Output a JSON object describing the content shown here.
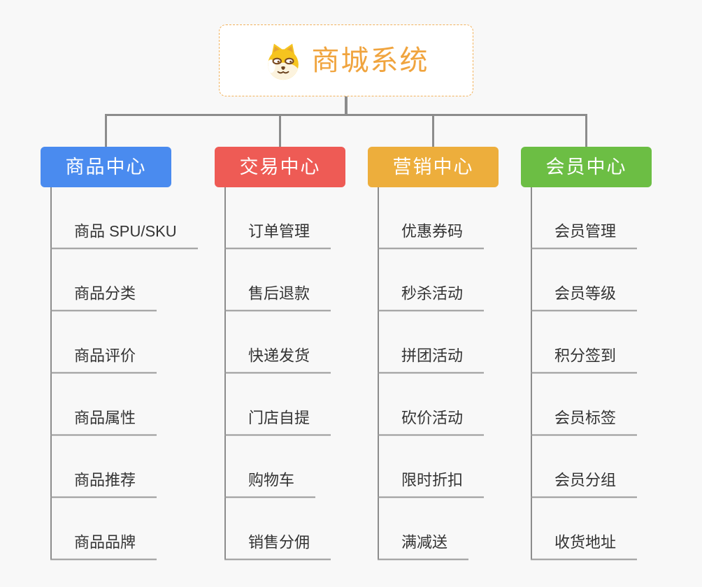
{
  "root": {
    "title": "商城系统",
    "icon": "doge-face-icon",
    "accent_color": "#f0a43e",
    "border_color": "#f2b25c"
  },
  "colors": {
    "background": "#f8f8f8",
    "connector": "#8c8c8c",
    "leaf_underline": "#999999",
    "leaf_text": "#333333"
  },
  "branches": [
    {
      "label": "商品中心",
      "color": "#4a8bef",
      "items": [
        "商品 SPU/SKU",
        "商品分类",
        "商品评价",
        "商品属性",
        "商品推荐",
        "商品品牌"
      ]
    },
    {
      "label": "交易中心",
      "color": "#ee5b55",
      "items": [
        "订单管理",
        "售后退款",
        "快递发货",
        "门店自提",
        "购物车",
        "销售分佣"
      ]
    },
    {
      "label": "营销中心",
      "color": "#edae3c",
      "items": [
        "优惠券码",
        "秒杀活动",
        "拼团活动",
        "砍价活动",
        "限时折扣",
        "满减送"
      ]
    },
    {
      "label": "会员中心",
      "color": "#6cbe44",
      "items": [
        "会员管理",
        "会员等级",
        "积分签到",
        "会员标签",
        "会员分组",
        "收货地址"
      ]
    }
  ]
}
